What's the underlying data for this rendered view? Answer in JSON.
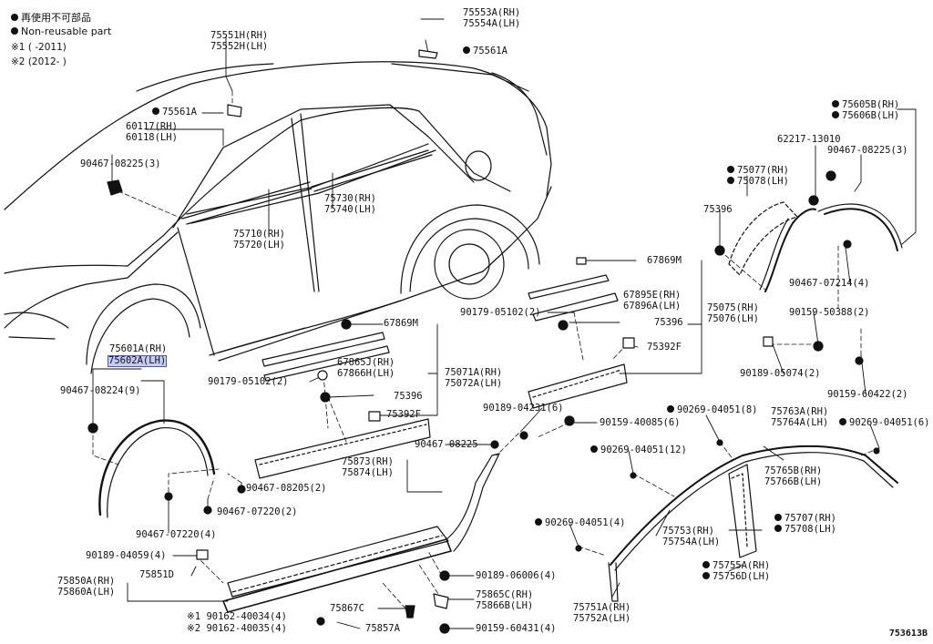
{
  "legend": {
    "nonreusable_jp": "再使用不可部品",
    "nonreusable_en": "Non-reusable part",
    "note1": "※1 (     -2011)",
    "note2": "※2 (2012-     )"
  },
  "diagram_code": "753613B",
  "colors": {
    "highlight": "#c6cbf0",
    "highlight_border": "#4a55c8",
    "ink": "#111111"
  },
  "labels": {
    "p75553A": "75553A(RH)",
    "p75554A": "75554A(LH)",
    "p75561A_top": "75561A",
    "p75551H": "75551H(RH)",
    "p75552H": "75552H(LH)",
    "p75561A_left": "75561A",
    "p60117": "60117(RH)",
    "p60118": "60118(LH)",
    "p90467_08225_3": "90467-08225(3)",
    "p75710": "75710(RH)",
    "p75720": "75720(LH)",
    "p75730": "75730(RH)",
    "p75740": "75740(LH)",
    "p75605B": "75605B(RH)",
    "p75606B": "75606B(LH)",
    "p62217": "62217-13010",
    "p90467_08225_3b": "90467-08225(3)",
    "p75077": "75077(RH)",
    "p75078": "75078(LH)",
    "p75396_r": "75396",
    "p67869M_r": "67869M",
    "p67895E": "67895E(RH)",
    "p67896A": "67896A(LH)",
    "p75075": "75075(RH)",
    "p75076": "75076(LH)",
    "p90179_r": "90179-05102(2)",
    "p75396_rm": "75396",
    "p75392F_r": "75392F",
    "p90467_07214": "90467-07214(4)",
    "p90159_50388": "90159-50388(2)",
    "p90189_05074": "90189-05074(2)",
    "p90159_60422": "90159-60422(2)",
    "p67869M_l": "67869M",
    "p75601A": "75601A(RH)",
    "p75602A": "75602A(LH)",
    "p90467_08224": "90467-08224(9)",
    "p67865J": "67865J(RH)",
    "p67866H": "67866H(LH)",
    "p75071A": "75071A(RH)",
    "p75072A": "75072A(LH)",
    "p90179_l": "90179-05102(2)",
    "p75396_l": "75396",
    "p75392F_l": "75392F",
    "p90189_04231": "90189-04231(6)",
    "p90159_40085": "90159-40085(6)",
    "p90269_8": "90269-04051(8)",
    "p75763A": "75763A(RH)",
    "p75764A": "75764A(LH)",
    "p90269_6": "90269-04051(6)",
    "p90467_08225_mid": "90467-08225",
    "p90269_12": "90269-04051(12)",
    "p75873": "75873(RH)",
    "p75874": "75874(LH)",
    "p90467_08205": "90467-08205(2)",
    "p90467_07220_2": "90467-07220(2)",
    "p90467_07220_4": "90467-07220(4)",
    "p75765B": "75765B(RH)",
    "p75766B": "75766B(LH)",
    "p75707": "75707(RH)",
    "p75708": "75708(LH)",
    "p90269_4": "90269-04051(4)",
    "p75753": "75753(RH)",
    "p75754A": "75754A(LH)",
    "p90189_04059": "90189-04059(4)",
    "p75850A": "75850A(RH)",
    "p75860A": "75860A(LH)",
    "p75851D": "75851D",
    "p90189_06006": "90189-06006(4)",
    "p75865C": "75865C(RH)",
    "p75866B": "75866B(LH)",
    "p75755A": "75755A(RH)",
    "p75756D": "75756D(LH)",
    "p75867C": "75867C",
    "p90162_40034": "※1 90162-40034(4)",
    "p90162_40035": "※2 90162-40035(4)",
    "p75857A": "75857A",
    "p90159_60431": "90159-60431(4)",
    "p75751A": "75751A(RH)",
    "p75752A": "75752A(LH)"
  }
}
